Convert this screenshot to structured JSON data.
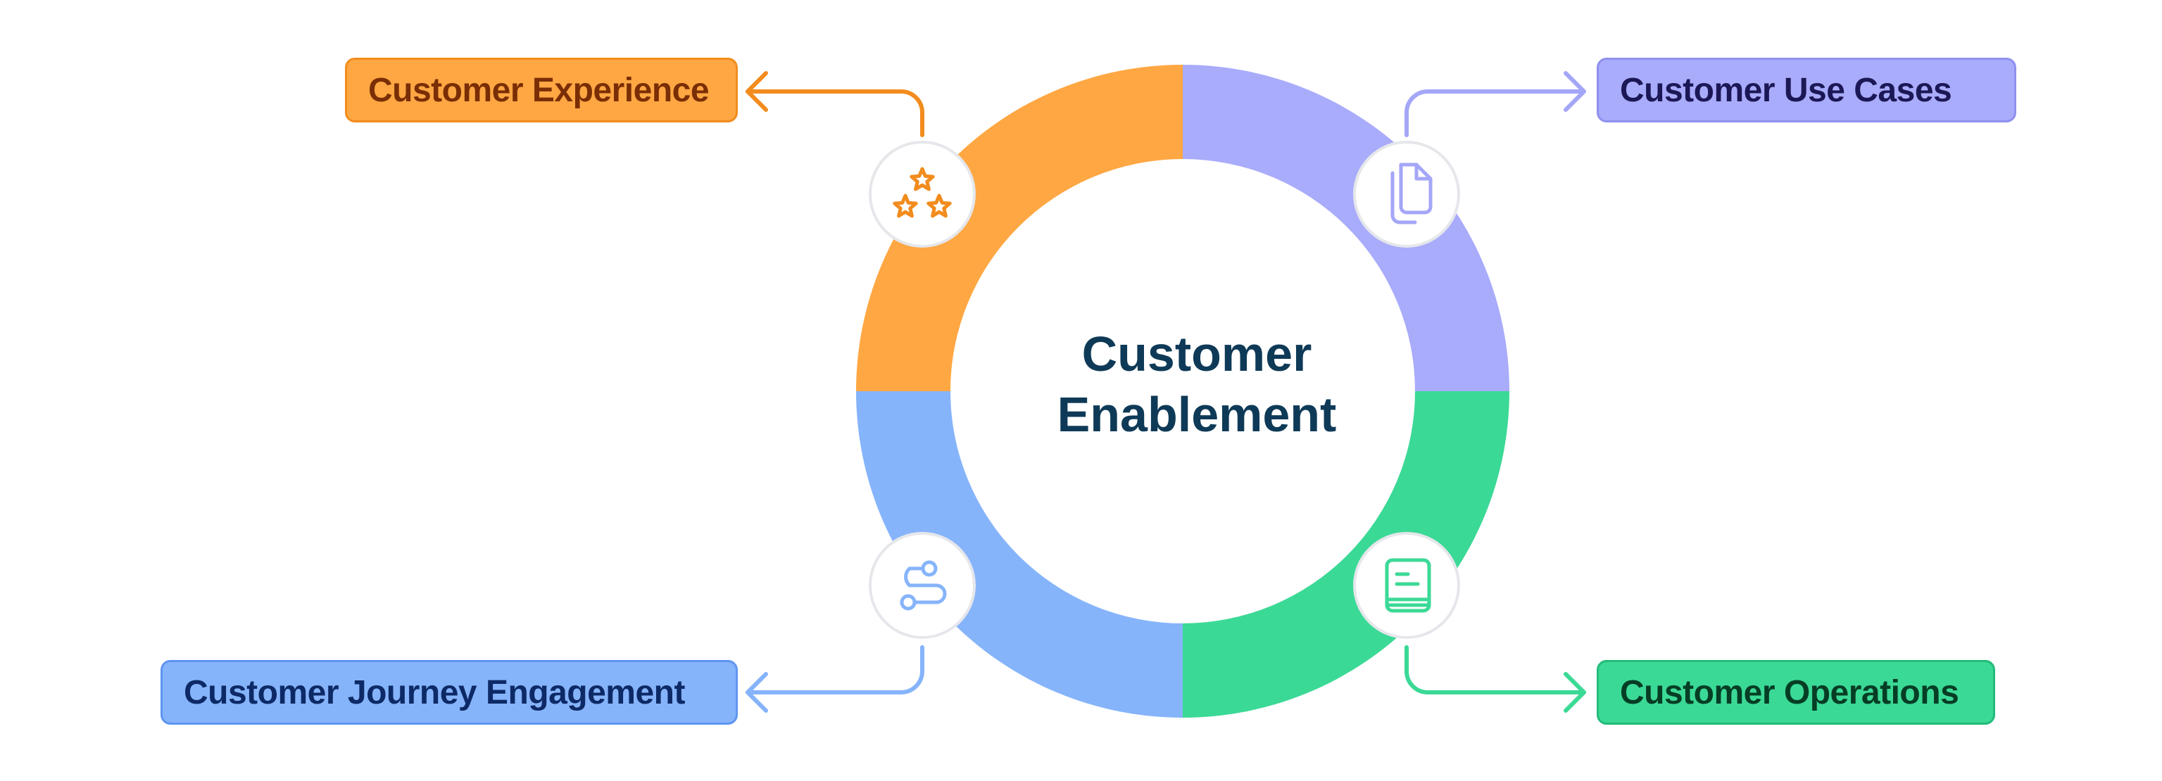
{
  "center": {
    "line1": "Customer",
    "line2": "Enablement"
  },
  "segments": [
    {
      "id": "experience",
      "label": "Customer Experience",
      "icon": "stars-icon",
      "color": "#FFA743",
      "box_bg": "#FFA743",
      "box_border": "#F28C1E",
      "text_color": "#7A2E05",
      "arrow_color": "#F28C1E"
    },
    {
      "id": "usecases",
      "label": "Customer Use Cases",
      "icon": "document-copy-icon",
      "color": "#A9ABFB",
      "box_bg": "#A9ABFB",
      "box_border": "#8E90EE",
      "text_color": "#1C1856",
      "arrow_color": "#A4A6F7"
    },
    {
      "id": "journey",
      "label": "Customer Journey Engagement",
      "icon": "route-icon",
      "color": "#86B4FB",
      "box_bg": "#86B4FB",
      "box_border": "#5E95F0",
      "text_color": "#0D2A66",
      "arrow_color": "#86B4FB"
    },
    {
      "id": "operations",
      "label": "Customer Operations",
      "icon": "book-icon",
      "color": "#3BD996",
      "box_bg": "#3BD996",
      "box_border": "#23BB7A",
      "text_color": "#063D25",
      "arrow_color": "#3BD996"
    }
  ],
  "center_text_color": "#0E3A57"
}
